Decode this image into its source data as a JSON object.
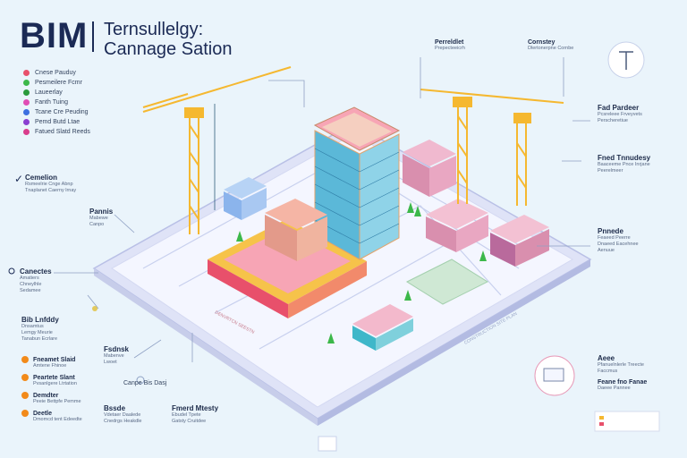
{
  "header": {
    "title_main": "BIM",
    "title_sub_1": "Ternsullelgy:",
    "title_sub_2": "Cannage Sation"
  },
  "legend": [
    {
      "label": "Cnese Pauduy",
      "color": "#e8506b"
    },
    {
      "label": "Pesmeilere Fcmr",
      "color": "#3cb84a"
    },
    {
      "label": "Laueerlay",
      "color": "#2b9a3d"
    },
    {
      "label": "Fanth Tuing",
      "color": "#e04db5"
    },
    {
      "label": "Tcane Cre Peuding",
      "color": "#3d6fe0"
    },
    {
      "label": "Pemd Butd Ltae",
      "color": "#8a3fd1"
    },
    {
      "label": "Fatued Slatd Reeds",
      "color": "#d93d8c"
    }
  ],
  "left_labels": [
    {
      "id": "cemelion",
      "title": "Cemelion",
      "lines": [
        "Rsmeelrie Cnge Abnp",
        "Tnaplanet Caerny lrnay"
      ]
    },
    {
      "id": "pannis",
      "title": "Pannis",
      "lines": [
        "Mabewe",
        "Canpo"
      ]
    },
    {
      "id": "canectes",
      "title": "Canectes",
      "lines": [
        "Amatiers",
        "Chneylhle",
        "Sedamee"
      ]
    },
    {
      "id": "bim-lnfddy",
      "title": "Bib Lnfddy",
      "lines": [
        "Dnsamtus",
        "Lemgy Meurie",
        "Tanabun Ecrlare"
      ]
    }
  ],
  "bottom_left": [
    {
      "label": "Fneamet Slaid",
      "sub": "Amtene Fhinoe"
    },
    {
      "label": "Peartete Slant",
      "sub": "Pvsanlgere Ltrtation"
    },
    {
      "label": "Demdter",
      "sub": "Peeie Bettpfe Pemme"
    },
    {
      "label": "Deetle",
      "sub": "Dmomcd tent Edeedte"
    }
  ],
  "bottom_center": [
    {
      "title": "Fsdnsk",
      "lines": [
        "Mabenve",
        "Lwoet"
      ]
    },
    {
      "title": "Canpe Bis Dasj",
      "lines": []
    },
    {
      "title": "Bssde",
      "lines": [
        "Vdetaer Daalede",
        "Cnedrgs Heakdle"
      ]
    },
    {
      "title": "Fmerd Mtesty",
      "lines": [
        "Ebudel Tpete",
        "Gatsty Cruitdee"
      ]
    }
  ],
  "top_labels": [
    {
      "title": "Perreldlet",
      "lines": [
        "Prepecteeicrh"
      ]
    },
    {
      "title": "Cornstey",
      "lines": [
        "Dlertonerpne Cornbe"
      ]
    }
  ],
  "right_labels": [
    {
      "title": "Fad Pardeer",
      "lines": [
        "Pcsreleee Frveyvets",
        "Perscheretiue"
      ]
    },
    {
      "title": "Fned Tnnudesy",
      "lines": [
        "Baaceeme Pnce Inrjane",
        "Peerelmeer"
      ]
    },
    {
      "title": "Pnnede",
      "lines": [
        "Feaeed Peerre",
        "Dnaeed Eacehnee",
        "Aenuue"
      ]
    },
    {
      "title": "Aeee",
      "lines": [
        "Pfanuelnlerle Treecte",
        "Faccmus"
      ]
    },
    {
      "title": "Feane fno Fanae",
      "lines": [
        "Daeee Pannee"
      ]
    }
  ],
  "scene_text": {
    "road_label": "DENVRTCN SEESTN",
    "site_label": "CONSTRUCTION SITE PLAN"
  },
  "colors": {
    "accent": "#f5b830",
    "navy": "#1b2a55",
    "glass": "#5bb8d8",
    "pink": "#f2a5b5"
  }
}
